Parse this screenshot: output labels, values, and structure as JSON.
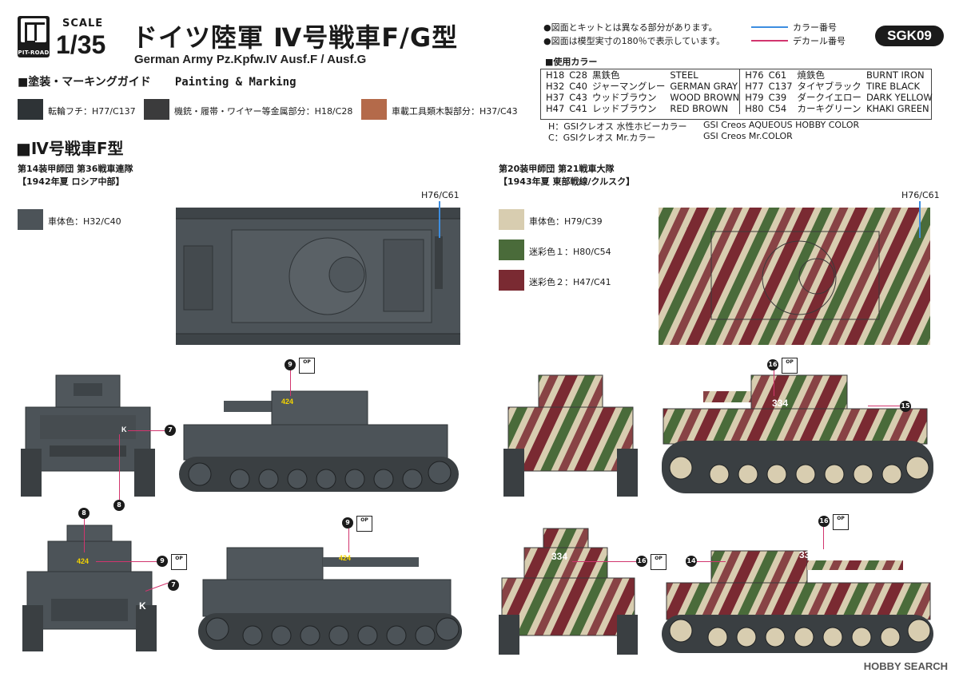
{
  "header": {
    "logo_text": "PIT-ROAD",
    "scale_label": "SCALE",
    "scale_value": "1/35",
    "title_jp": "ドイツ陸軍 Ⅳ号戦車F/G型",
    "title_en": "German Army Pz.Kpfw.IV Ausf.F / Ausf.G",
    "guide_jp": "■塗装・マーキングガイド",
    "guide_en": "Painting & Marking",
    "product_code": "SGK09",
    "notes": [
      "●図面とキットとは異なる部分があります。",
      "●図面は模型実寸の180％で表示しています。"
    ],
    "legend_color": "カラー番号",
    "legend_decal": "デカール番号"
  },
  "common_swatches": [
    {
      "label": "転輪フチ：H77/C137",
      "color": "#2e3336"
    },
    {
      "label": "機銃・履帯・ワイヤー等金属部分：H18/C28",
      "color": "#3b3b3c"
    },
    {
      "label": "車載工具類木製部分：H37/C43",
      "color": "#b46a4a"
    }
  ],
  "color_table": {
    "title": "■使用カラー",
    "left": [
      [
        "H18",
        "C28",
        "黒鉄色",
        "STEEL"
      ],
      [
        "H32",
        "C40",
        "ジャーマングレー",
        "GERMAN GRAY"
      ],
      [
        "H37",
        "C43",
        "ウッドブラウン",
        "WOOD BROWN"
      ],
      [
        "H47",
        "C41",
        "レッドブラウン",
        "RED BROWN"
      ]
    ],
    "right": [
      [
        "H76",
        "C61",
        "焼鉄色",
        "BURNT IRON"
      ],
      [
        "H77",
        "C137",
        "タイヤブラック",
        "TIRE BLACK"
      ],
      [
        "H79",
        "C39",
        "ダークイエロー",
        "DARK YELLOW"
      ],
      [
        "H80",
        "C54",
        "カーキグリーン",
        "KHAKI GREEN"
      ]
    ],
    "footnotes": [
      [
        "H：GSIクレオス 水性ホビーカラー",
        "GSI Creos AQUEOUS HOBBY COLOR"
      ],
      [
        "C：GSIクレオス Mr.カラー",
        "GSI Creos Mr.COLOR"
      ]
    ]
  },
  "section_title": "■Ⅳ号戦車F型",
  "scheme1": {
    "unit": "第14装甲師団 第36戦車連隊",
    "period": "【1942年夏 ロシア中部】",
    "swatch_label": "車体色：H32/C40",
    "swatch_color": "#4c5358",
    "callout": "H76/C61",
    "decal_number": "424",
    "decal_letter": "K"
  },
  "scheme2": {
    "unit": "第20装甲師団 第21戦車大隊",
    "period": "【1943年夏 東部戦線/クルスク】",
    "swatches": [
      {
        "label": "車体色：H79/C39",
        "color": "#d8cdb0"
      },
      {
        "label": "迷彩色１：H80/C54",
        "color": "#4a6b3a"
      },
      {
        "label": "迷彩色２：H47/C41",
        "color": "#7a2a32"
      }
    ],
    "callout": "H76/C61",
    "decal_number": "334"
  },
  "decal_numbers": {
    "n7": "7",
    "n8": "8",
    "n9": "9",
    "n14": "14",
    "n15": "15",
    "n16": "16"
  },
  "op_badge": "OP",
  "footer": "HOBBY SEARCH"
}
